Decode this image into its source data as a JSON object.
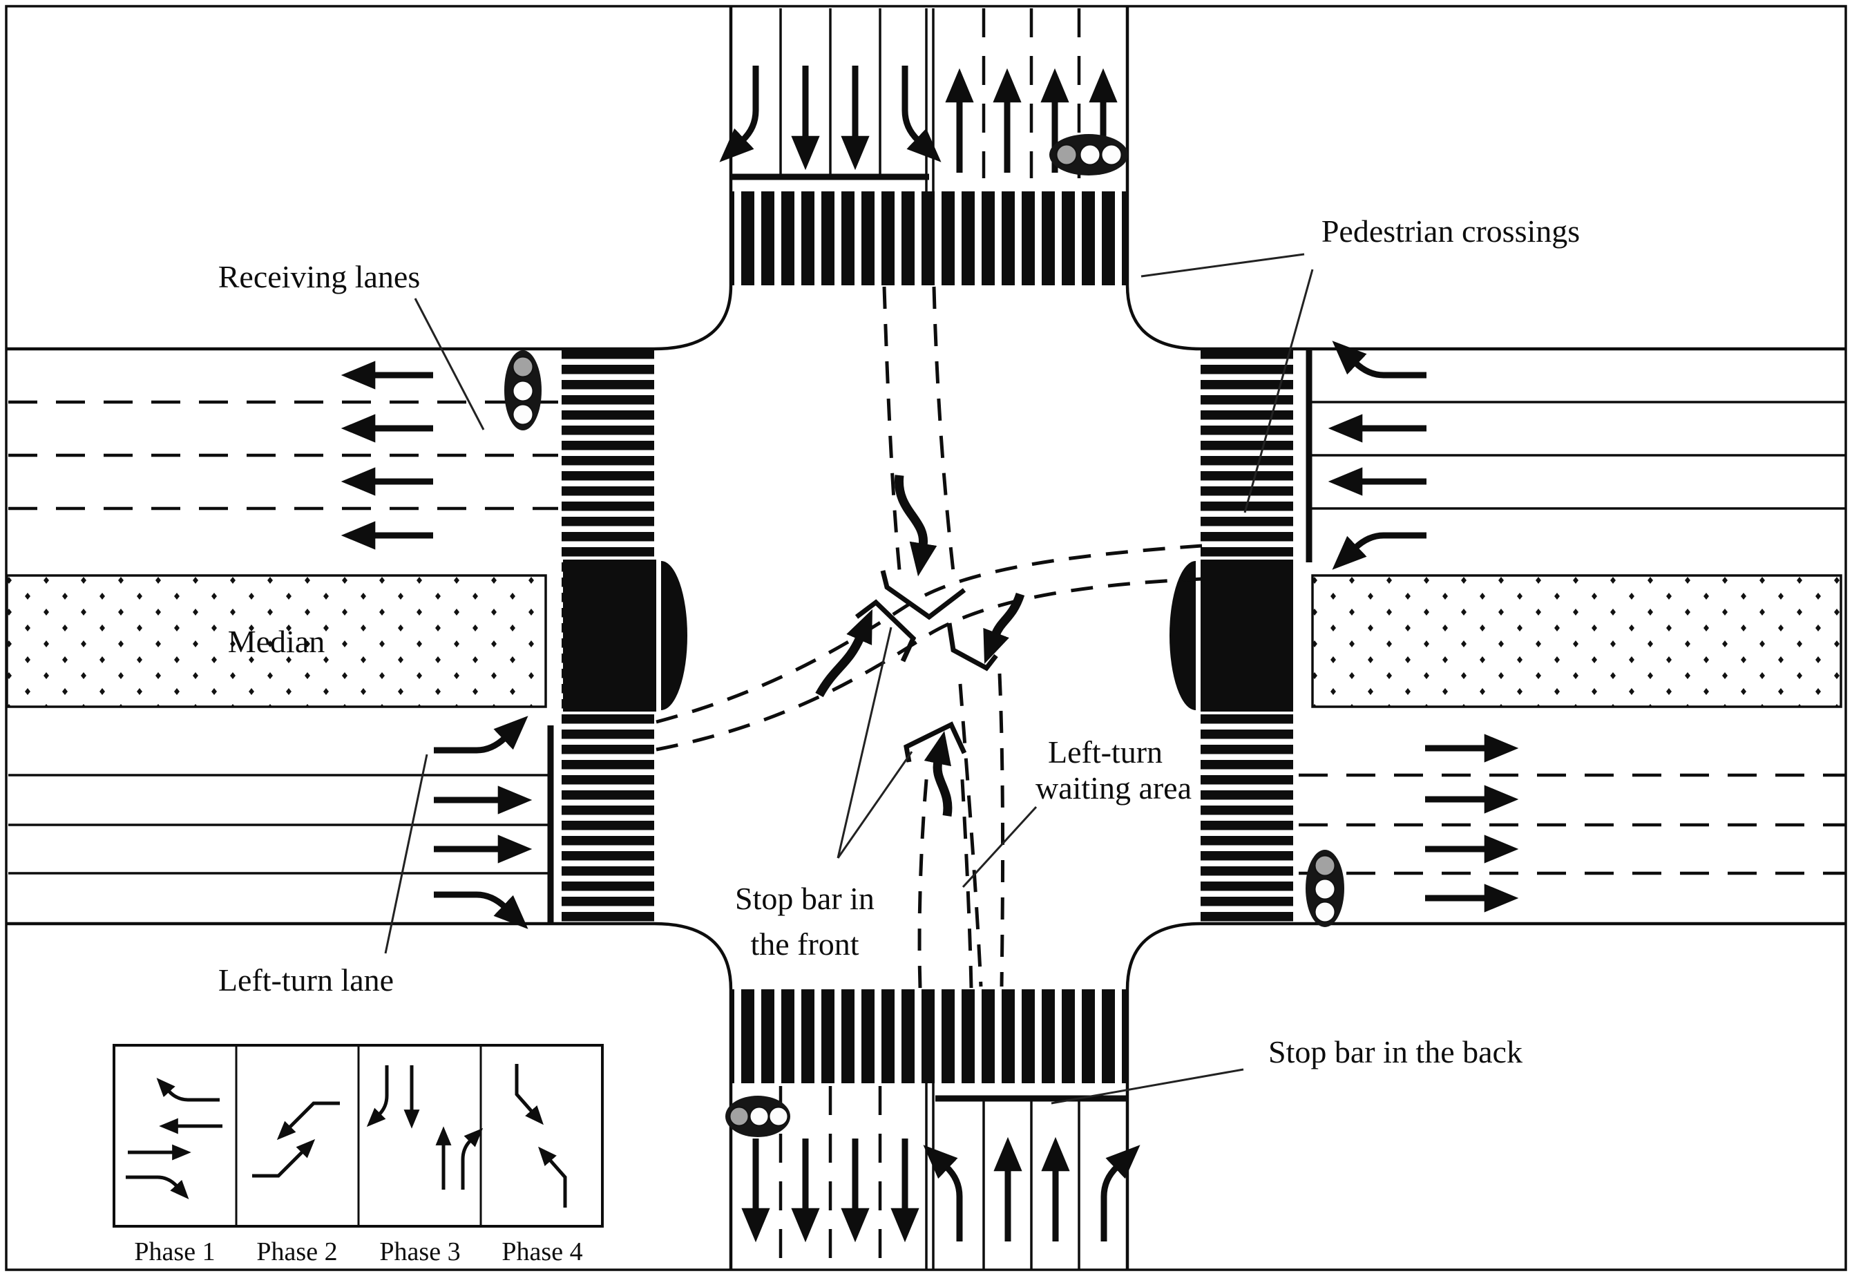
{
  "figure": {
    "type": "signalized-intersection-diagram",
    "labels": {
      "receiving_lanes": "Receiving lanes",
      "pedestrian_crossings": "Pedestrian crossings",
      "median": "Median",
      "left_turn_lane": "Left-turn lane",
      "stop_bar_front_line1": "Stop bar in",
      "stop_bar_front_line2": "the front",
      "left_turn_waiting_line1": "Left-turn",
      "left_turn_waiting_line2": "waiting area",
      "stop_bar_back": "Stop bar in the back"
    },
    "phase_legend": {
      "phases": [
        {
          "label": "Phase 1",
          "movements": "east-west through and right turns"
        },
        {
          "label": "Phase 2",
          "movements": "east-west left turns"
        },
        {
          "label": "Phase 3",
          "movements": "north-south through and right turns"
        },
        {
          "label": "Phase 4",
          "movements": "north-south left turns"
        }
      ]
    },
    "signals": [
      {
        "name": "west-approach-signal",
        "lenses": [
          "gray",
          "white",
          "white"
        ]
      },
      {
        "name": "north-approach-signal",
        "lenses": [
          "gray",
          "white",
          "white"
        ]
      },
      {
        "name": "east-approach-signal",
        "lenses": [
          "gray",
          "white",
          "white"
        ]
      },
      {
        "name": "south-approach-signal",
        "lenses": [
          "gray",
          "white",
          "white"
        ]
      }
    ],
    "colors": {
      "ink": "#0d0d0d",
      "signal_body": "#161616",
      "signal_inactive_lens": "#a2a2a2",
      "signal_lens": "#fdfdfd",
      "paper": "#ffffff"
    }
  }
}
